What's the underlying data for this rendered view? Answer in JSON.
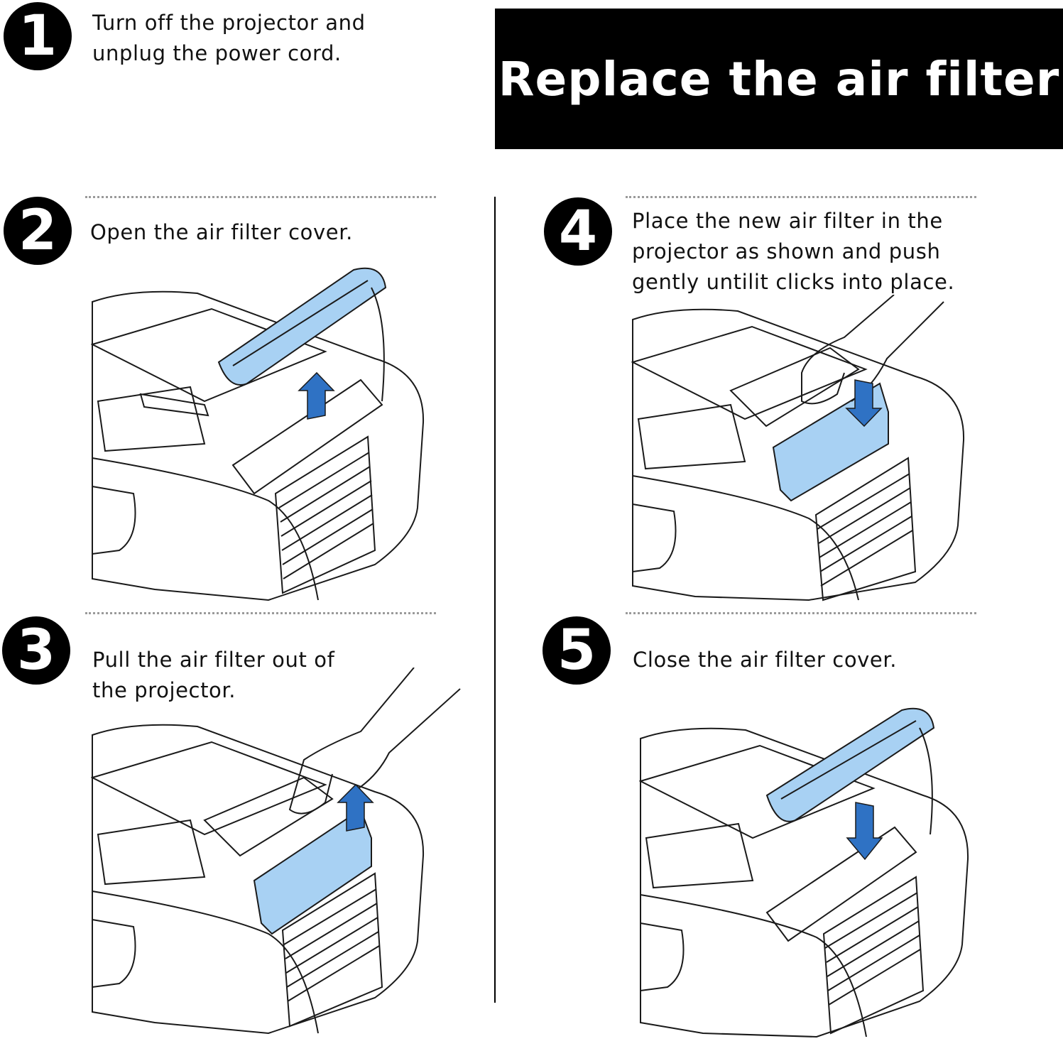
{
  "title": "Replace the air filter",
  "steps": [
    {
      "number": "1",
      "text_line1": "Turn off the projector and",
      "text_line2": "unplug the power cord."
    },
    {
      "number": "2",
      "text_line1": "Open the air filter cover.",
      "text_line2": ""
    },
    {
      "number": "3",
      "text_line1": "Pull the air filter out of",
      "text_line2": "the projector."
    },
    {
      "number": "4",
      "text_line1": "Place the new air filter in the",
      "text_line2": "projector as shown and push",
      "text_line3": "gently untilit clicks into place."
    },
    {
      "number": "5",
      "text_line1": "Close the air filter cover.",
      "text_line2": ""
    }
  ],
  "illustrations": [
    {
      "step": "2",
      "icon": "projector-open-cover-illustration"
    },
    {
      "step": "3",
      "icon": "projector-pull-filter-illustration"
    },
    {
      "step": "4",
      "icon": "projector-insert-filter-illustration"
    },
    {
      "step": "5",
      "icon": "projector-close-cover-illustration"
    }
  ],
  "colors": {
    "accent_blue": "#a8d1f3",
    "arrow_blue": "#2f72c4",
    "title_bg": "#000000",
    "title_text": "#ffffff"
  }
}
